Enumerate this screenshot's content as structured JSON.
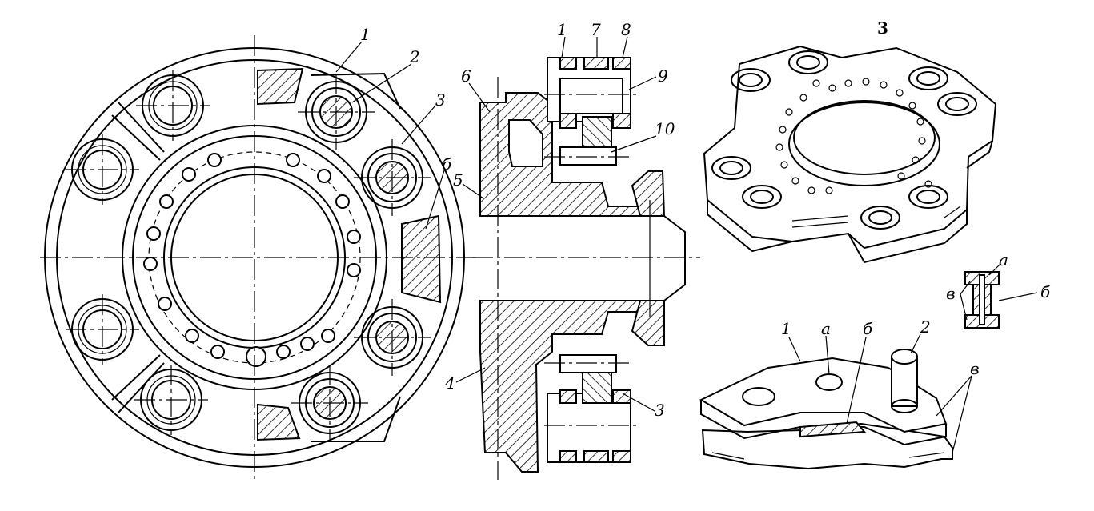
{
  "labels": {
    "front_1": "1",
    "front_2": "2",
    "front_3": "3",
    "front_b": "б",
    "sec_1": "1",
    "sec_7": "7",
    "sec_8": "8",
    "sec_9": "9",
    "sec_10": "10",
    "sec_6": "6",
    "sec_5": "5",
    "sec_4": "4",
    "sec_3": "3",
    "plate_3": "3",
    "part_a": "а",
    "part_b": "б",
    "part_v": "в",
    "seg_1": "1",
    "seg_a": "а",
    "seg_b": "б",
    "seg_2": "2",
    "seg_v": "в"
  }
}
